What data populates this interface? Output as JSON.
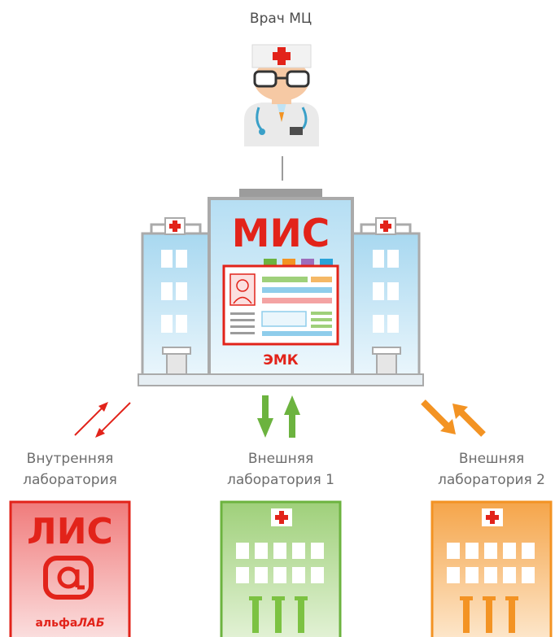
{
  "doctor": {
    "title": "Врач МЦ"
  },
  "mis": {
    "title": "МИС",
    "emr_label": "ЭМК"
  },
  "labs": [
    {
      "title_line1": "Внутренняя",
      "title_line2": "лаборатория"
    },
    {
      "title_line1": "Внешняя",
      "title_line2": "лаборатория 1"
    },
    {
      "title_line1": "Внешняя",
      "title_line2": "лаборатория 2"
    }
  ],
  "lis": {
    "title": "ЛИС",
    "brand_prefix": "альфа",
    "brand_suffix": "ЛАБ"
  },
  "colors": {
    "red": "#e2231a",
    "green": "#6cb33f",
    "orange": "#f39323",
    "light_blue": "#bfe3f5",
    "gray": "#9c9c9c"
  },
  "icons": {
    "doctor": "doctor-icon",
    "hospital": "hospital-icon",
    "medical_cross": "medical-cross-icon",
    "patient_card": "patient-card-icon",
    "arrows": "bidirectional-arrows-icon",
    "test_tubes": "test-tube-icon",
    "lab_logo": "alfalab-logo-icon"
  }
}
